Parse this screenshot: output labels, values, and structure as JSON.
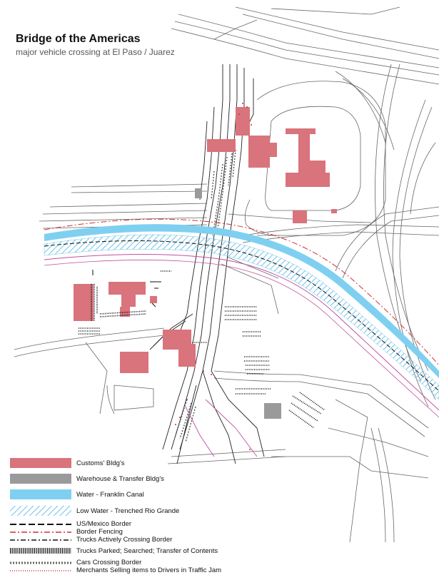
{
  "map": {
    "title": "Bridge of the Americas",
    "subtitle": "major vehicle crossing at El Paso / Juarez"
  },
  "colors": {
    "customs": "#d9737c",
    "warehouse": "#9a9a9a",
    "water": "#7fd0f0",
    "low_water_hatch": "#6fc3e8",
    "border_line": "#111111",
    "fence": "#d0303a",
    "merchants": "#d0303a",
    "roads": "#555555",
    "rail_pink": "#c050a0"
  },
  "legend": [
    {
      "key": "customs",
      "label": "Customs' Bldg's",
      "icon": "filled-rect-swatch"
    },
    {
      "key": "warehouse",
      "label": "Warehouse & Transfer Bldg's",
      "icon": "filled-rect-swatch"
    },
    {
      "key": "water",
      "label": "Water - Franklin Canal",
      "icon": "filled-rect-swatch"
    },
    {
      "key": "low_water",
      "label": "Low Water - Trenched Rio Grande",
      "icon": "hatched-rect-swatch"
    },
    {
      "key": "border",
      "label": "US/Mexico Border",
      "icon": "long-dash-line"
    },
    {
      "key": "fence",
      "label": "Border Fencing",
      "icon": "dash-dot-line"
    },
    {
      "key": "trucks_crossing",
      "label": "Trucks Actively Crossing Border",
      "icon": "dash-dot-line"
    },
    {
      "key": "trucks_parked",
      "label": "Trucks Parked; Searched; Transfer of Contents",
      "icon": "truck-bars"
    },
    {
      "key": "cars",
      "label": "Cars Crossing Border",
      "icon": "car-dashes"
    },
    {
      "key": "merchants",
      "label": "Merchants Selling items to Drivers in Traffic Jam",
      "icon": "red-dots"
    }
  ]
}
